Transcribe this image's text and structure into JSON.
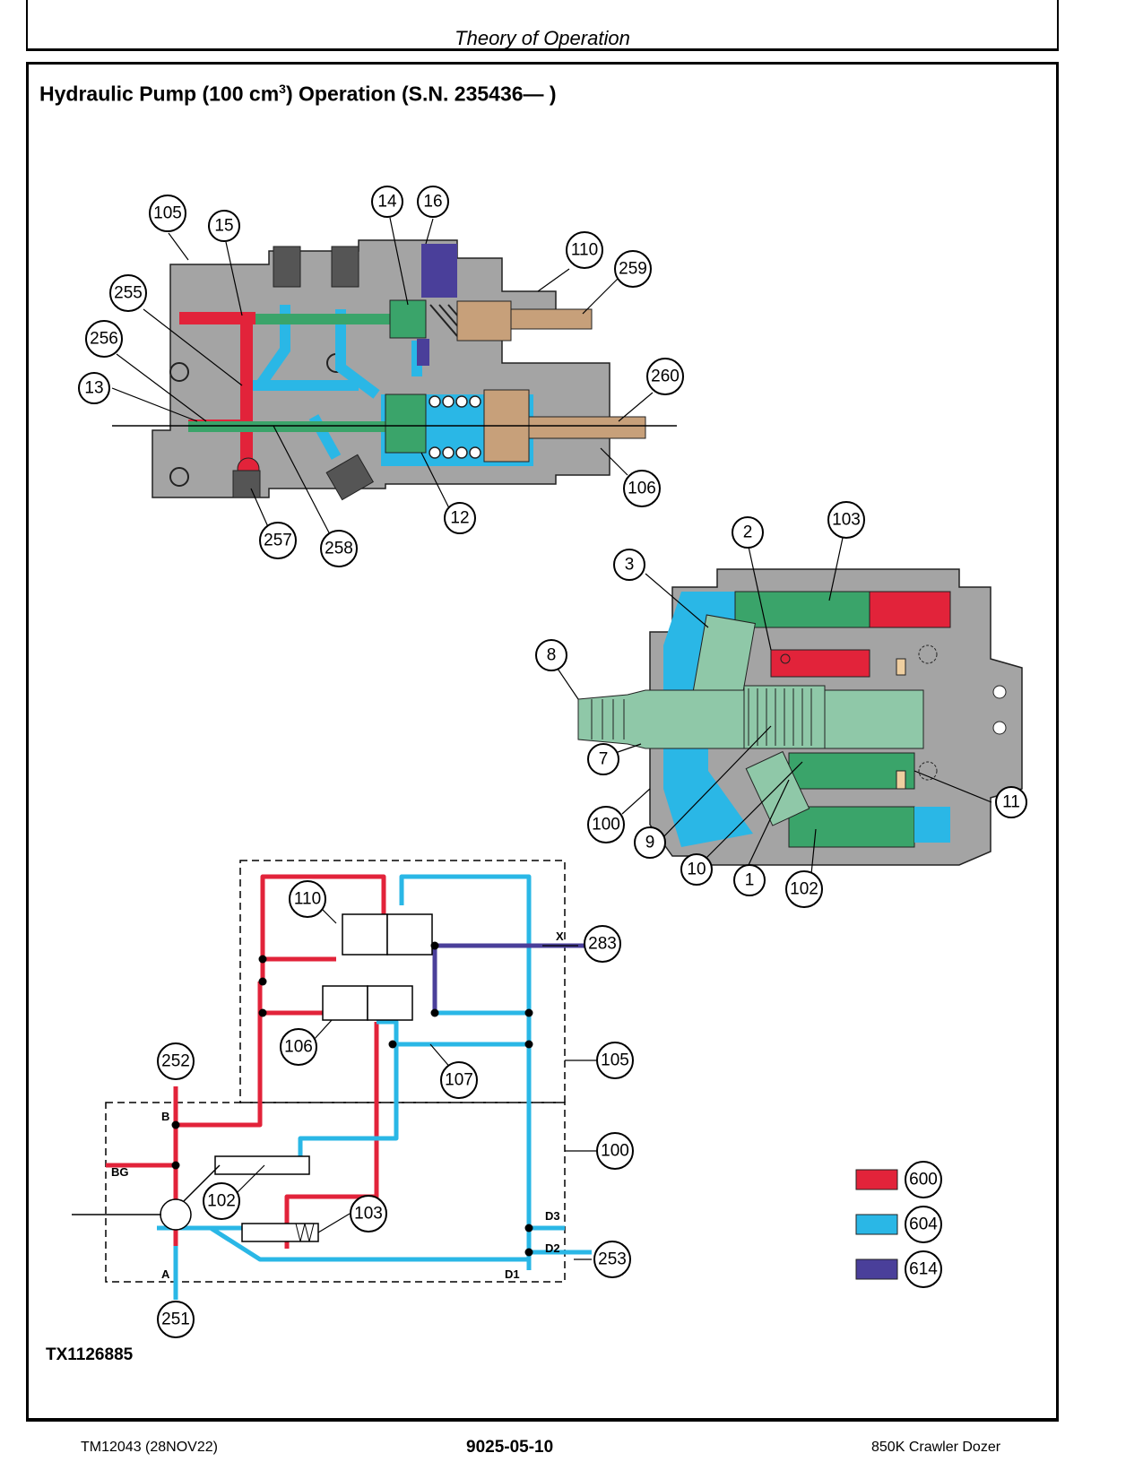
{
  "header": {
    "section": "Theory of Operation"
  },
  "title": {
    "prefix": "Hydraulic Pump (100 cm",
    "superscript": "3",
    "suffix": ") Operation (S.N. 235436— )"
  },
  "figure_id": "TX1126885",
  "footer": {
    "left": "TM12043 (28NOV22)",
    "center": "9025-05-10",
    "right": "850K Crawler Dozer"
  },
  "colors": {
    "pressure": "#e2233a",
    "return": "#2ab7e6",
    "pilot": "#4a3f9a",
    "valve_green": "#3aa46a",
    "body_gray": "#a4a4a4",
    "tan": "#c7a07a"
  },
  "callouts": {
    "c105a": "105",
    "c15": "15",
    "c14": "14",
    "c16": "16",
    "c110a": "110",
    "c259": "259",
    "c255": "255",
    "c256": "256",
    "c13": "13",
    "c260": "260",
    "c106a": "106",
    "c12": "12",
    "c257": "257",
    "c258": "258",
    "c103a": "103",
    "c2": "2",
    "c3": "3",
    "c8": "8",
    "c7": "7",
    "c100a": "100",
    "c9": "9",
    "c10": "10",
    "c1": "1",
    "c102a": "102",
    "c11": "11",
    "c110b": "110",
    "c283": "283",
    "c106b": "106",
    "c252": "252",
    "c107": "107",
    "c105b": "105",
    "c100b": "100",
    "c102b": "102",
    "c103b": "103",
    "c253": "253",
    "c251": "251",
    "c600": "600",
    "c604": "604",
    "c614": "614"
  },
  "port_labels": {
    "x": "X",
    "b": "B",
    "bg": "BG",
    "a": "A",
    "d1": "D1",
    "d2": "D2",
    "d3": "D3"
  }
}
